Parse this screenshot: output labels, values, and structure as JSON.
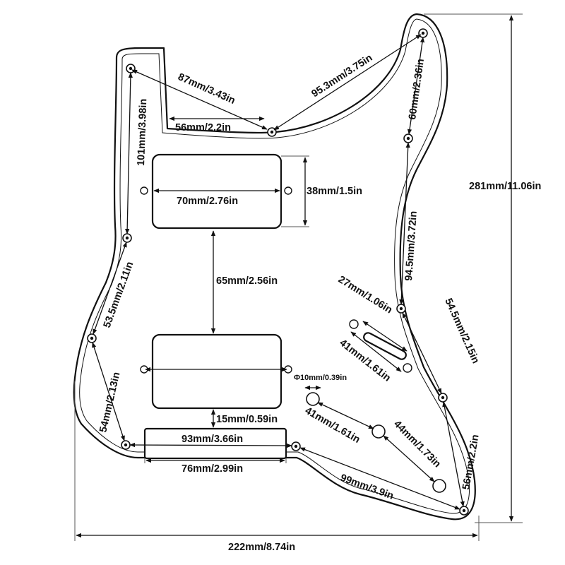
{
  "dimensions": {
    "top_left_to_center": "87mm/3.43in",
    "upper_horn_span": "95.3mm/3.75in",
    "horn_notch_width": "56mm/2.2in",
    "upper_right_holes": "60mm/2.36in",
    "left_upper_holes": "101mm/3.98in",
    "total_height": "281mm/11.06in",
    "neck_pickup_width": "70mm/2.76in",
    "neck_pickup_height": "38mm/1.5in",
    "pickup_spacing": "65mm/2.56in",
    "right_mid_holes": "94.5mm/3.72in",
    "left_mid_holes": "53.5mm/2.11in",
    "switch_slot_length": "27mm/1.06in",
    "switch_hole_spacing": "41mm/1.61in",
    "right_lower_holes": "54.5mm/2.15in",
    "left_lower_holes": "54mm/2.13in",
    "control_hole_diameter": "Φ10mm/0.39in",
    "knob_spacing_1": "41mm/1.61in",
    "knob_spacing_2": "44mm/1.73in",
    "bridge_gap": "15mm/0.59in",
    "bridge_hole_span": "93mm/3.66in",
    "bridge_route_width": "76mm/2.99in",
    "right_bottom_holes": "56mm/2.2in",
    "bottom_holes": "99mm/3.9in",
    "total_width": "222mm/8.74in"
  },
  "colors": {
    "line": "#111111",
    "background": "#ffffff"
  }
}
